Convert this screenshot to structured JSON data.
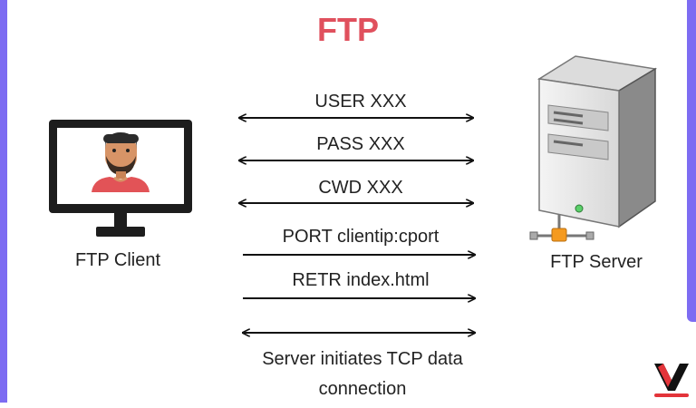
{
  "title": "FTP",
  "client": {
    "label": "FTP Client",
    "icon": "monitor-user-icon"
  },
  "server": {
    "label": "FTP Server",
    "icon": "server-tower-icon"
  },
  "messages": [
    {
      "text": "USER XXX",
      "direction": "both"
    },
    {
      "text": "PASS XXX",
      "direction": "both"
    },
    {
      "text": "CWD XXX",
      "direction": "both"
    },
    {
      "text": "PORT clientip:cport",
      "direction": "right"
    },
    {
      "text": "RETR index.html",
      "direction": "right"
    },
    {
      "text": "",
      "direction": "both"
    }
  ],
  "data_connection_note": {
    "line1": "Server initiates TCP data",
    "line2": "connection"
  },
  "colors": {
    "title": "#e0505d",
    "frame": "#7d6cf2",
    "arrow": "#111111"
  }
}
